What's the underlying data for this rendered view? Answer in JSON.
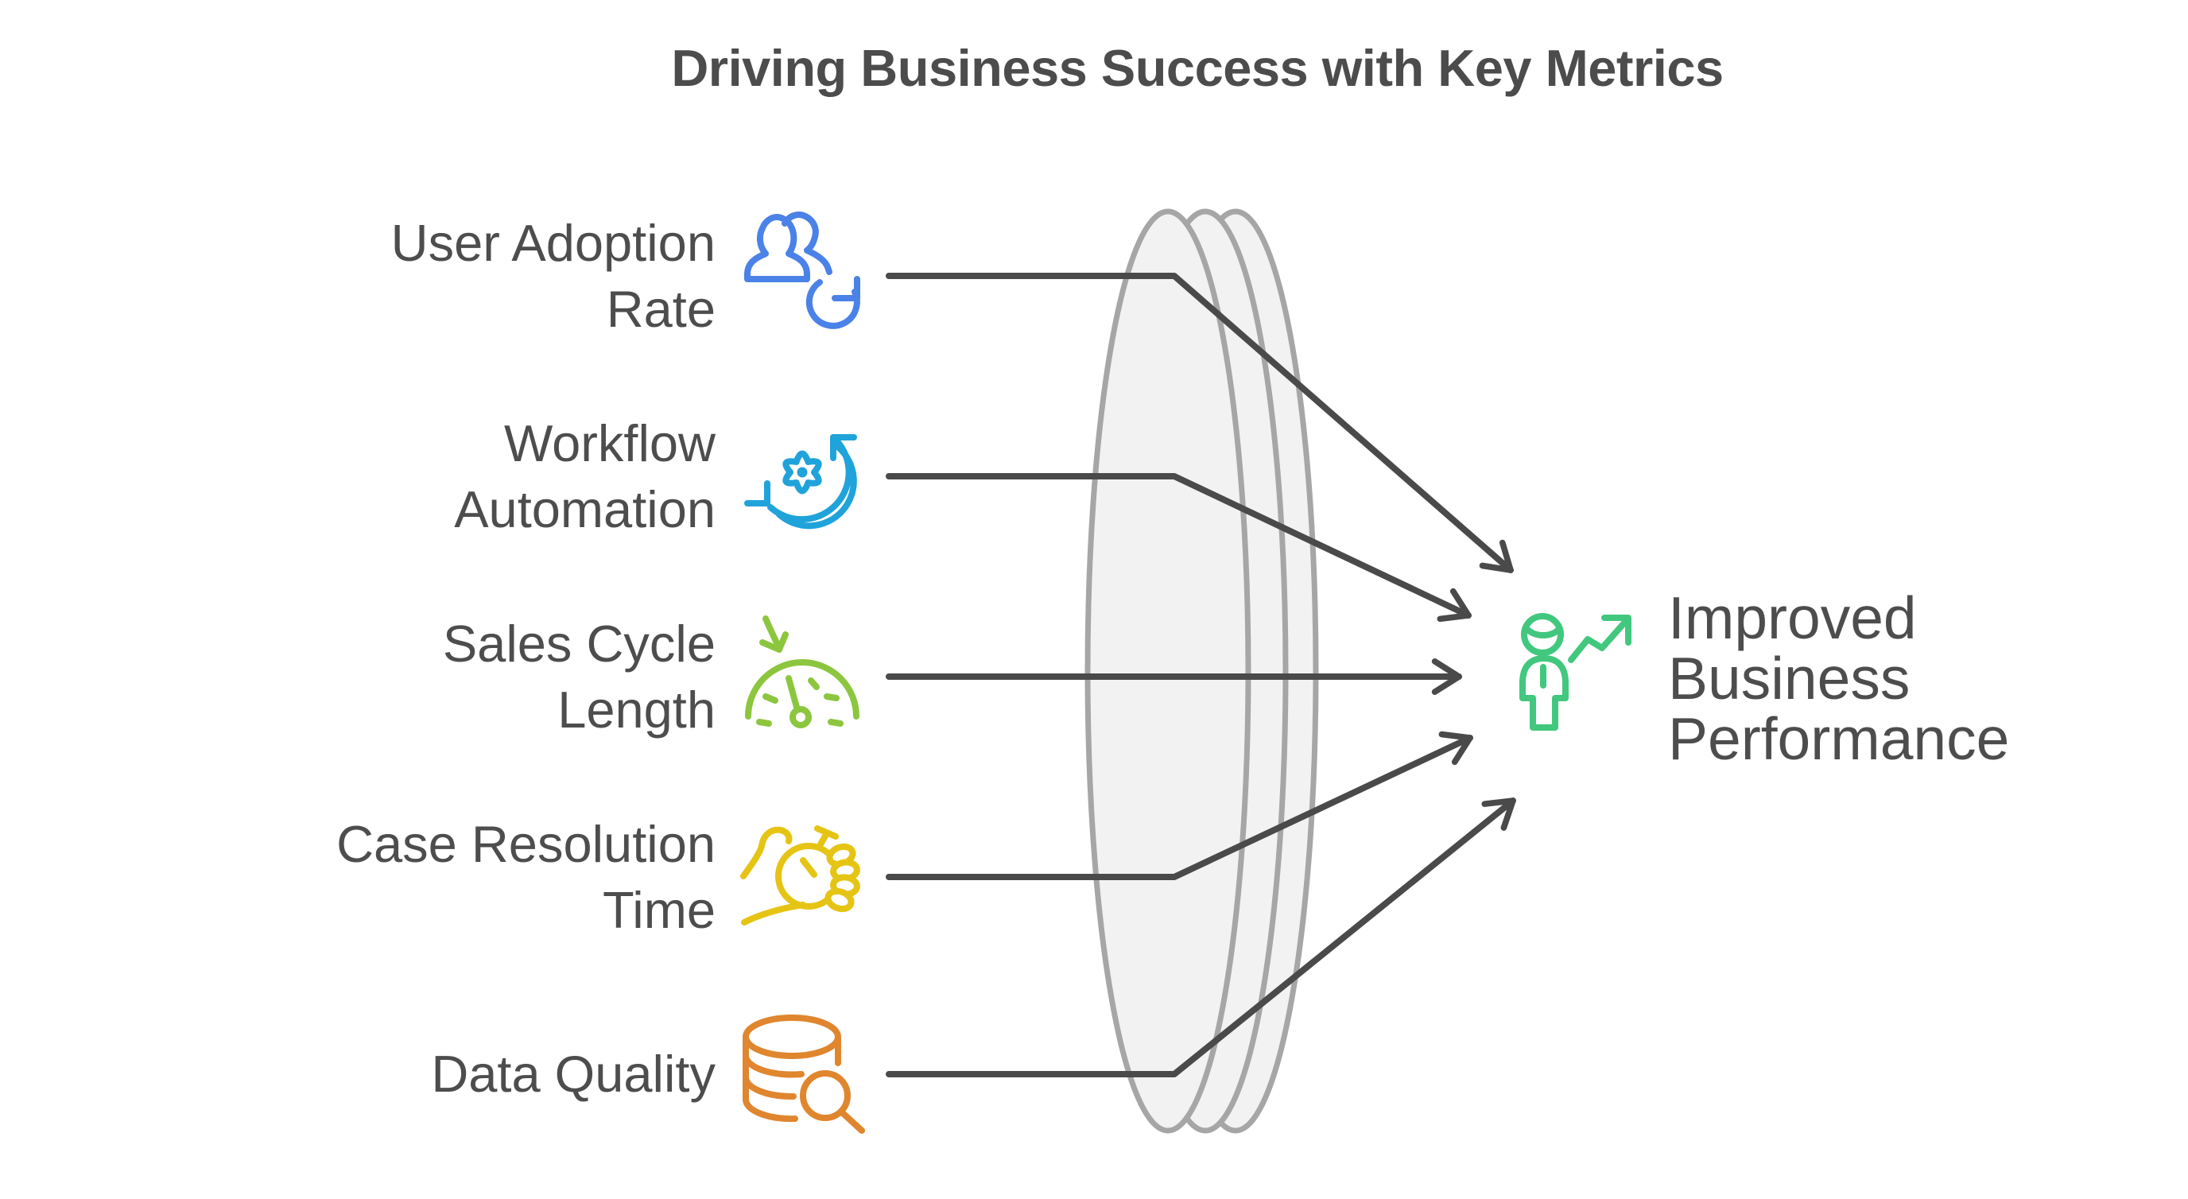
{
  "title": "Driving Business Success with Key Metrics",
  "metrics": [
    {
      "label_lines": [
        "User Adoption",
        "Rate"
      ],
      "icon": "users-refresh-icon",
      "color": "#4A82E8"
    },
    {
      "label_lines": [
        "Workflow",
        "Automation"
      ],
      "icon": "gear-sync-icon",
      "color": "#20A3DB"
    },
    {
      "label_lines": [
        "Sales Cycle",
        "Length"
      ],
      "icon": "speedometer-decrease-icon",
      "color": "#8CC63E"
    },
    {
      "label_lines": [
        "Case Resolution",
        "Time"
      ],
      "icon": "hand-stopwatch-icon",
      "color": "#E6C414"
    },
    {
      "label_lines": [
        "Data Quality"
      ],
      "icon": "database-search-icon",
      "color": "#E0862F"
    }
  ],
  "outcome": {
    "label_lines": [
      "Improved",
      "Business",
      "Performance"
    ],
    "icon": "person-growth-icon",
    "color": "#41C87E"
  },
  "styles": {
    "connector_color": "#4A4A4A",
    "lens_fill": "#F2F2F2",
    "lens_stroke": "#A6A6A6",
    "text_color": "#4D4D4D",
    "background": "#FFFFFF"
  }
}
